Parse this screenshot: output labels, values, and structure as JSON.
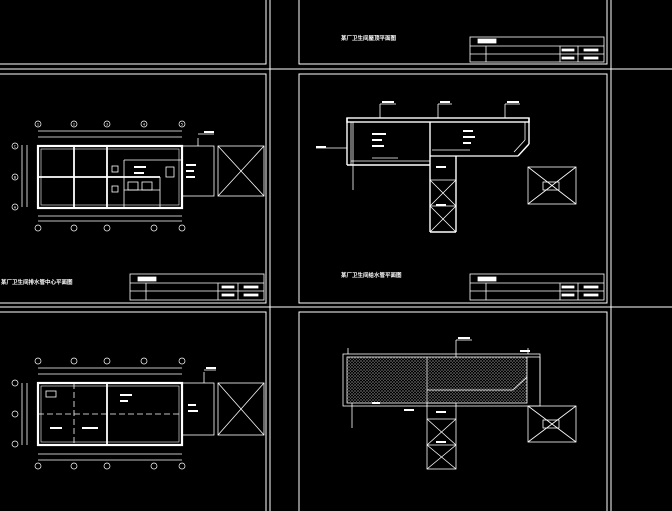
{
  "theme": {
    "background": "#000000",
    "line": "#ffffff",
    "hatch": "#bdbdbd"
  },
  "sheets": [
    {
      "id": "sheet-top-right",
      "caption": "某厂卫生间屋顶平面图"
    },
    {
      "id": "sheet-mid-left",
      "caption": "某厂卫生间排水管中心平面图"
    },
    {
      "id": "sheet-mid-right",
      "caption": "某厂卫生间给水管平面图"
    },
    {
      "id": "sheet-bottom-left",
      "caption": ""
    },
    {
      "id": "sheet-bottom-right",
      "caption": ""
    }
  ],
  "grid_axes": {
    "top": [
      "1",
      "2",
      "3",
      "4",
      "5"
    ],
    "left": [
      "C",
      "B",
      "A"
    ]
  }
}
